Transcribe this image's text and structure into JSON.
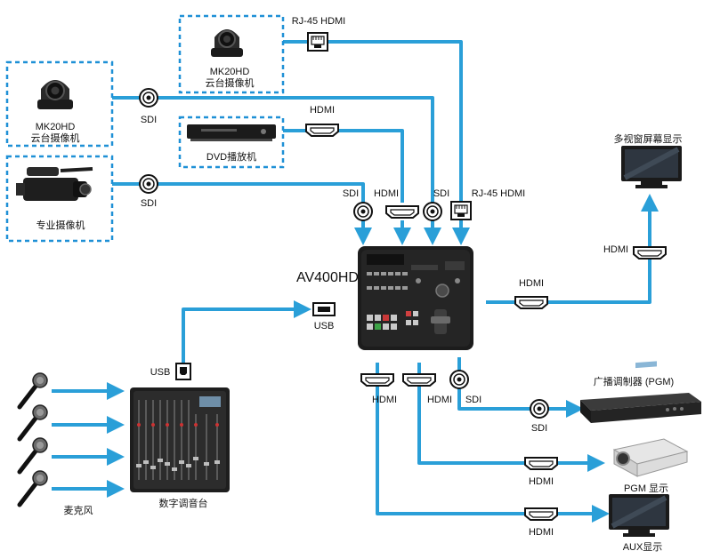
{
  "colors": {
    "wire": "#2a9fd8",
    "box_border": "#1e90d6",
    "device_dark": "#1b1b1b"
  },
  "devices": {
    "ptz_camera_top": {
      "model": "MK20HD",
      "name": "云台摄像机",
      "icon": "ptz-camera-icon"
    },
    "ptz_camera_left": {
      "model": "MK20HD",
      "name": "云台摄像机",
      "icon": "ptz-camera-icon"
    },
    "dvd_player": {
      "name": "DVD播放机",
      "icon": "dvd-player-icon"
    },
    "pro_camcorder": {
      "name": "专业摄像机",
      "icon": "camcorder-icon"
    },
    "switcher": {
      "name": "AV400HD",
      "icon": "video-switcher-icon"
    },
    "multiview_monitor": {
      "name": "多视窗屏幕显示",
      "icon": "monitor-icon"
    },
    "broadcast_modulator": {
      "name": "广播调制器 (PGM)",
      "icon": "rack-device-icon"
    },
    "projector": {
      "name": "PGM 显示",
      "icon": "projector-icon"
    },
    "aux_monitor": {
      "name": "AUX显示",
      "icon": "monitor-icon"
    },
    "audio_mixer": {
      "name": "数字调音台",
      "icon": "audio-mixer-icon"
    },
    "microphones": {
      "name": "麦克风",
      "icon": "microphone-icon"
    }
  },
  "connectors": {
    "rj45_hdmi_top": "RJ-45 HDMI",
    "sdi_ptz_left": "SDI",
    "hdmi_dvd": "HDMI",
    "sdi_camcorder": "SDI",
    "in_sdi_1": "SDI",
    "in_hdmi": "HDMI",
    "in_sdi_2": "SDI",
    "in_rj45_hdmi": "RJ-45 HDMI",
    "usb_switcher": "USB",
    "usb_mixer": "USB",
    "hdmi_multiview": "HDMI",
    "hdmi_multiview_up": "HDMI",
    "out_hdmi_1": "HDMI",
    "out_hdmi_2": "HDMI",
    "out_sdi": "SDI",
    "sdi_modulator": "SDI",
    "hdmi_projector": "HDMI",
    "hdmi_aux": "HDMI"
  }
}
